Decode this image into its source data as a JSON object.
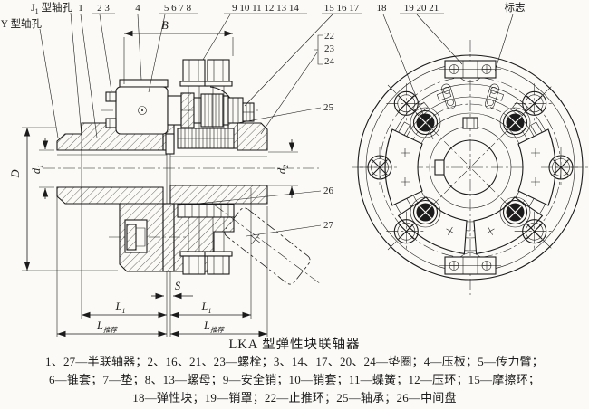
{
  "caption": {
    "title": "LKA 型弹性块联轴器",
    "lines": [
      "1、27—半联轴器；2、16、21、23—螺栓；3、14、17、20、24—垫圈；4—压板；5—传力臂；",
      "6—锥套；7—垫；8、13—螺母；9—安全销；10—销套；11—蝶簧；12—压环；15—摩擦环；",
      "18—弹性块；19—销罩；22—止推环；25—轴承；26—中间盘"
    ]
  },
  "callouts": {
    "j1_prefix": "J",
    "j1_sub": "1",
    "j1_suffix": " 型轴孔",
    "y_label": "Y 型轴孔",
    "mark": "标志",
    "c1": "1",
    "c2_3": "2 3",
    "c4": "4",
    "c5_8": "5 6 7 8",
    "c9_14": "9 10 11 12 13 14",
    "c15_17": "15 16 17",
    "c18": "18",
    "c19_21": "19 20 21",
    "c22": "22",
    "c23": "23",
    "c24": "24",
    "c25": "25",
    "c26": "26",
    "c27": "27"
  },
  "dims": {
    "B": "B",
    "D": "D",
    "d": "d",
    "d1_sub": "1",
    "d2_sub": "2",
    "S": "S",
    "L": "L",
    "L1_sub": "1",
    "Lrec_sub": "推荐"
  }
}
